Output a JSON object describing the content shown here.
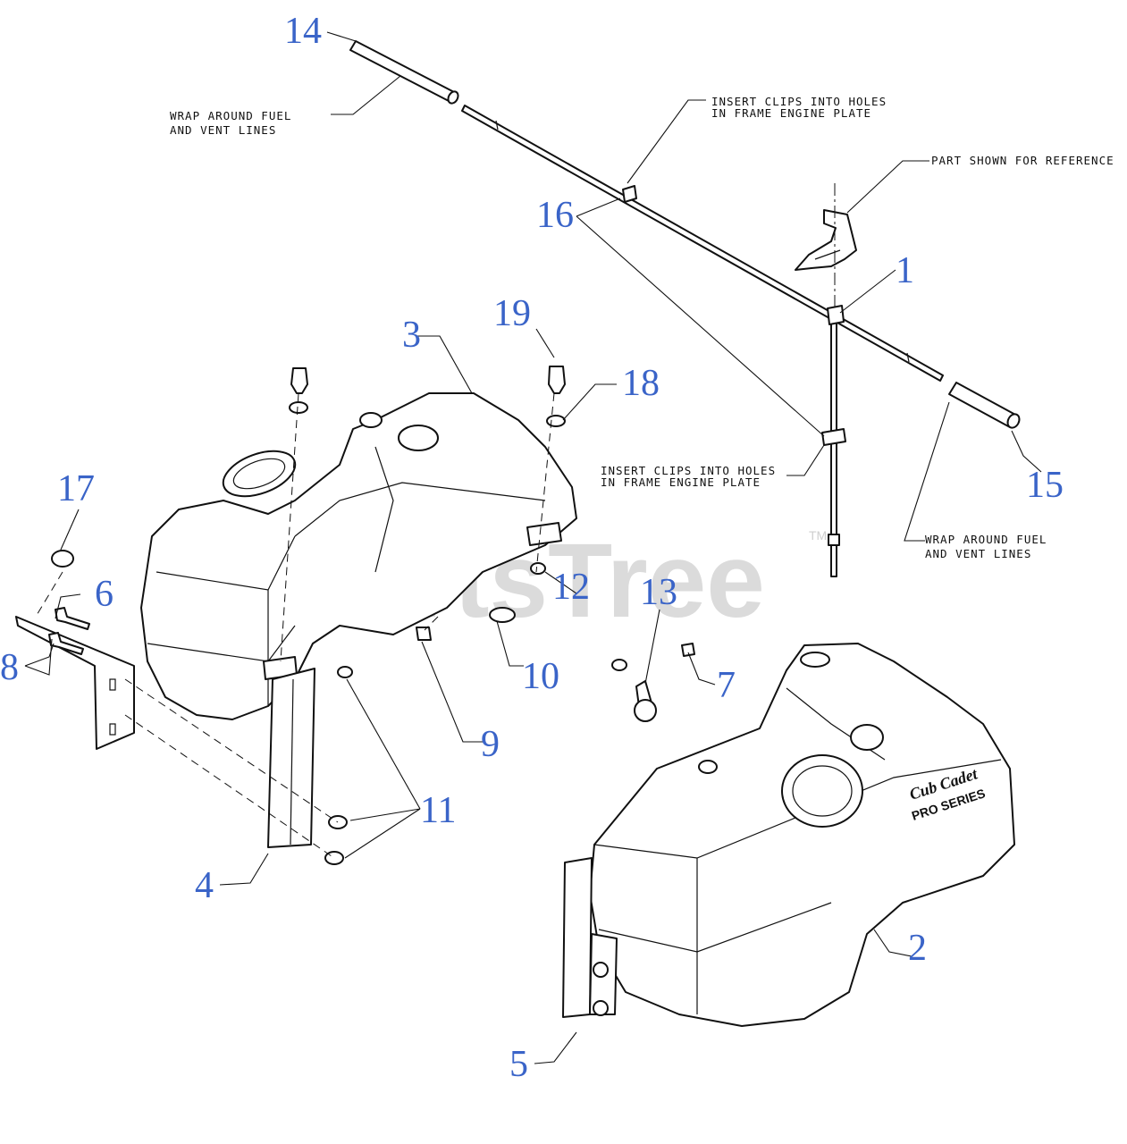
{
  "watermark": {
    "text": "PartsTree",
    "trademark": "TM"
  },
  "notes": {
    "wrap_left_1": "WRAP AROUND FUEL",
    "wrap_left_2": "AND VENT LINES",
    "clips_top_1": "INSERT CLIPS INTO HOLES",
    "clips_top_2": "IN FRAME ENGINE PLATE",
    "reference": "PART SHOWN FOR REFERENCE",
    "clips_mid_1": "INSERT CLIPS INTO HOLES",
    "clips_mid_2": "IN FRAME ENGINE PLATE",
    "wrap_right_1": "WRAP AROUND FUEL",
    "wrap_right_2": "AND VENT LINES"
  },
  "tank_branding": {
    "brand": "Cub Cadet",
    "series": "PRO SERIES"
  },
  "callouts": [
    "1",
    "2",
    "3",
    "4",
    "5",
    "6",
    "7",
    "8",
    "9",
    "10",
    "11",
    "12",
    "13",
    "14",
    "15",
    "16",
    "17",
    "18",
    "19"
  ],
  "colors": {
    "callout": "#3a64c8",
    "line": "#111111",
    "watermark": "#cfcfcf"
  }
}
